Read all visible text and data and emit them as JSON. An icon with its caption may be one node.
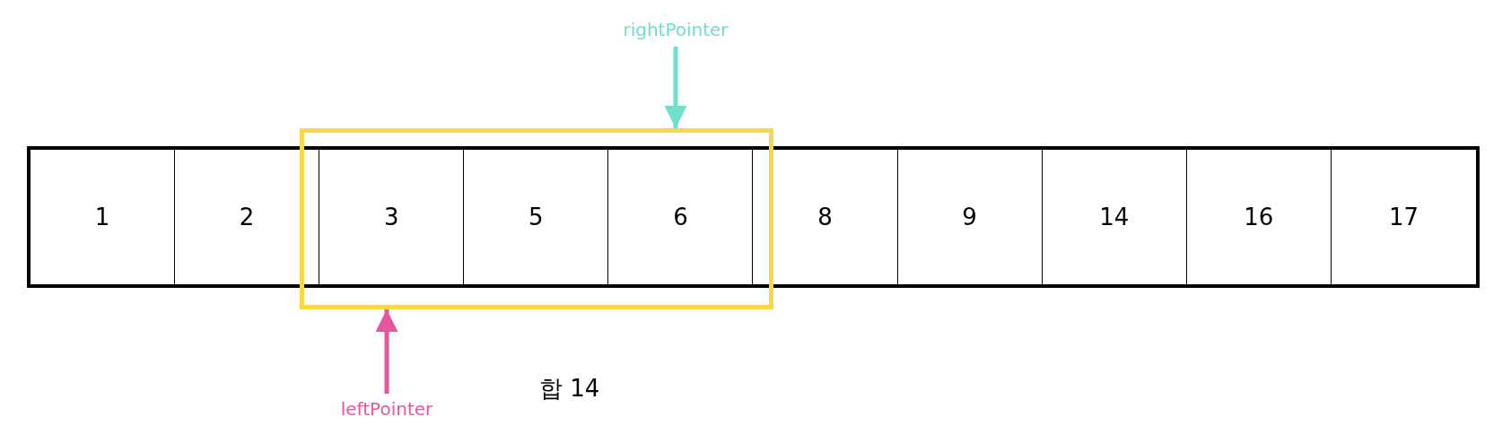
{
  "diagram": {
    "nodes": [
      {
        "text": [
          "rightPointer"
        ]
      },
      {
        "text": [],
        "shape": "box"
      },
      {
        "text": [
          "1"
        ]
      },
      {
        "text": [
          "2"
        ]
      },
      {
        "text": [
          "3"
        ],
        "in": 1
      },
      {
        "text": [
          "5"
        ],
        "in": 1
      },
      {
        "text": [
          "6"
        ],
        "in": 1
      },
      {
        "text": [
          "8"
        ]
      },
      {
        "text": [
          "9"
        ]
      },
      {
        "text": [
          "14"
        ]
      },
      {
        "text": [
          "16"
        ]
      },
      {
        "text": [
          "17"
        ]
      },
      {
        "text": [
          "leftPointer"
        ]
      }
    ],
    "edges": [
      {
        "from": 0,
        "to": 1,
        "arrow": "to",
        "color": "#6ee0cc"
      },
      {
        "from": 12,
        "to": 1,
        "arrow": "to",
        "color": "#e8559f"
      }
    ],
    "labels": [
      "합 14"
    ]
  }
}
